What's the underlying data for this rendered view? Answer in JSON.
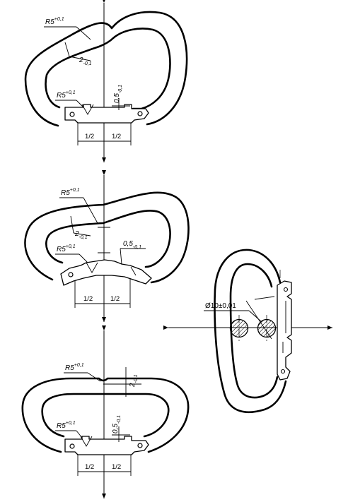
{
  "figures": {
    "top": {
      "radius_top": "R5+0,1",
      "radius_top_base": "R5",
      "radius_top_tol": "+0,1",
      "notch_depth": "2-0,1",
      "notch_depth_base": "2",
      "notch_depth_tol": "-0,1",
      "radius_gate": "R5+0,1",
      "radius_gate_base": "R5",
      "radius_gate_tol": "+0,1",
      "gate_depth": "0,5-0,1",
      "gate_depth_base": "0,5",
      "gate_depth_tol": "-0,1",
      "half_left": "1/2",
      "half_right": "1/2"
    },
    "middle": {
      "radius_top": "R5+0,1",
      "radius_top_base": "R5",
      "radius_top_tol": "+0,1",
      "notch_depth": "2-0,1",
      "notch_depth_base": "2",
      "notch_depth_tol": "-0,1",
      "radius_gate": "R5+0,1",
      "radius_gate_base": "R5",
      "radius_gate_tol": "+0,1",
      "gate_depth": "0,5-0,1",
      "gate_depth_base": "0,5",
      "gate_depth_tol": "-0,1",
      "half_left": "1/2",
      "half_right": "1/2"
    },
    "bottom": {
      "radius_top": "R5+0,1",
      "radius_top_base": "R5",
      "radius_top_tol": "+0,1",
      "notch_depth": "2-0,1",
      "notch_depth_base": "2",
      "notch_depth_tol": "-0,1",
      "radius_gate": "R5+0,1",
      "radius_gate_base": "R5",
      "radius_gate_tol": "+0,1",
      "gate_depth": "0,5-0,1",
      "gate_depth_base": "0,5",
      "gate_depth_tol": "-0,1",
      "half_left": "1/2",
      "half_right": "1/2"
    },
    "side": {
      "pin_diameter": "Ø10±0,01"
    }
  }
}
